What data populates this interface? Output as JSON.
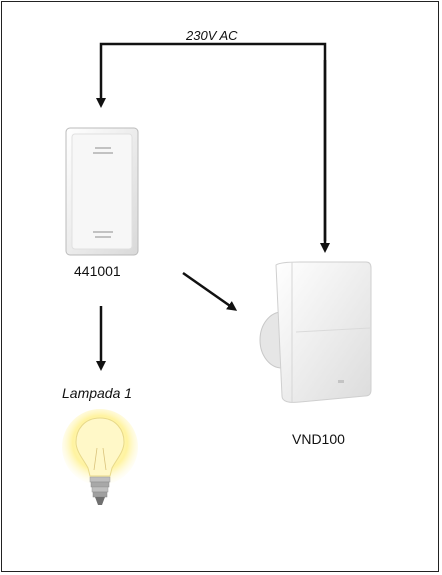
{
  "diagram": {
    "supply_label": "230V AC",
    "switch_code": "441001",
    "lamp_label": "Lampada 1",
    "fan_code": "VND100"
  },
  "colors": {
    "line": "#111111",
    "switch_body": "#f2f2f2",
    "fan_body": "#f4f4f4",
    "bulb_glow": "#fff3a0"
  },
  "icons": [
    "wall-switch-icon",
    "light-bulb-icon",
    "extractor-fan-icon"
  ]
}
